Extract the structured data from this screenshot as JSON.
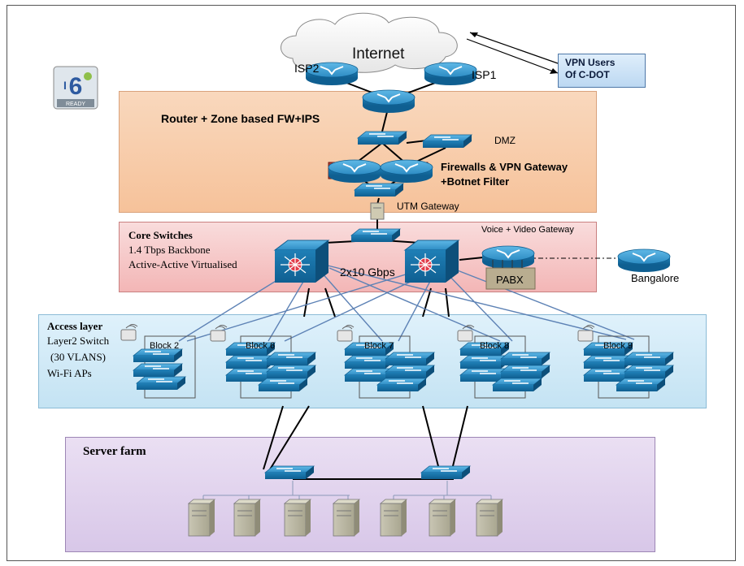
{
  "internet": {
    "label": "Internet"
  },
  "isp": {
    "isp2": "ISP2",
    "isp1": "ISP1"
  },
  "vpn": {
    "line1": "VPN Users",
    "line2": "Of C-DOT"
  },
  "logo": {
    "text": "READY"
  },
  "firewall_zone": {
    "title": "Router + Zone based FW+IPS",
    "dmz": "DMZ",
    "fw_line1": "Firewalls & VPN Gateway",
    "fw_line2": "+Botnet Filter",
    "utm": "UTM Gateway"
  },
  "core_zone": {
    "title": "Core Switches",
    "line1": "1.4 Tbps Backbone",
    "line2": "Active-Active Virtualised",
    "link": "2x10 Gbps",
    "voice": "Voice + Video  Gateway",
    "pabx": "PABX",
    "remote": "Bangalore"
  },
  "access_zone": {
    "title": "Access layer",
    "line1": "Layer2 Switch",
    "line2": "(30 VLANS)",
    "line3": "Wi-Fi APs",
    "blocks": [
      "Block 2",
      "Block 6",
      "Block 7",
      "Block 8",
      "Block 9"
    ]
  },
  "server_zone": {
    "title": "Server farm"
  },
  "colors": {
    "fw_zone": "#f6c29a",
    "core_zone": "#f3b6b6",
    "access_zone": "#c4e3f3",
    "server_zone": "#d8c7e8",
    "device_blue": "#1a7fb8"
  }
}
